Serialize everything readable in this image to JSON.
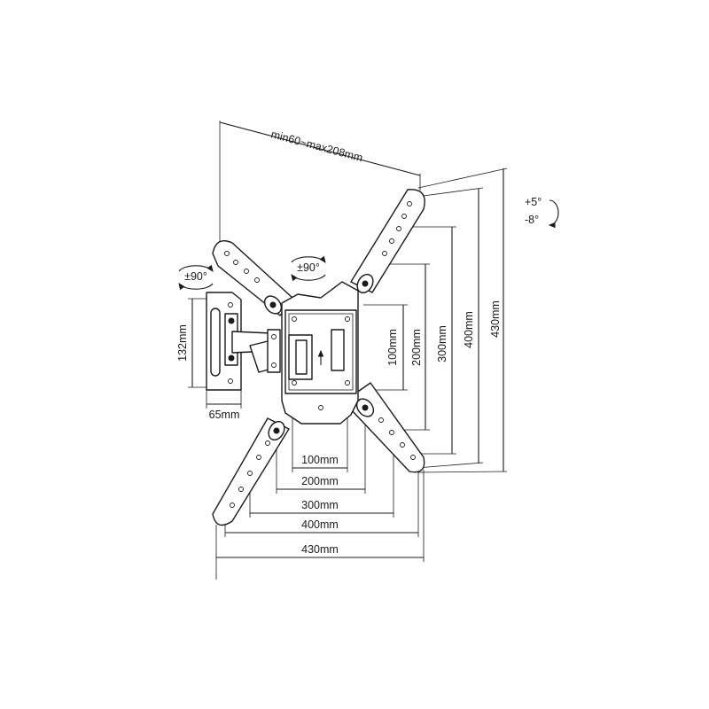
{
  "dimensions": {
    "arm_extension": "min60~max208mm",
    "wall_plate_height": "132mm",
    "wall_plate_width": "65mm",
    "vesa_horizontal": [
      "100mm",
      "200mm",
      "300mm",
      "400mm",
      "430mm"
    ],
    "vesa_vertical": [
      "100mm",
      "200mm",
      "300mm",
      "400mm",
      "430mm"
    ]
  },
  "rotation": {
    "wall_swivel": "±90°",
    "arm_swivel": "±90°",
    "tilt_up": "+5°",
    "tilt_down": "-8°"
  },
  "icons": [
    "swivel-arrow-icon",
    "tilt-arrow-icon",
    "up-arrow-icon"
  ]
}
